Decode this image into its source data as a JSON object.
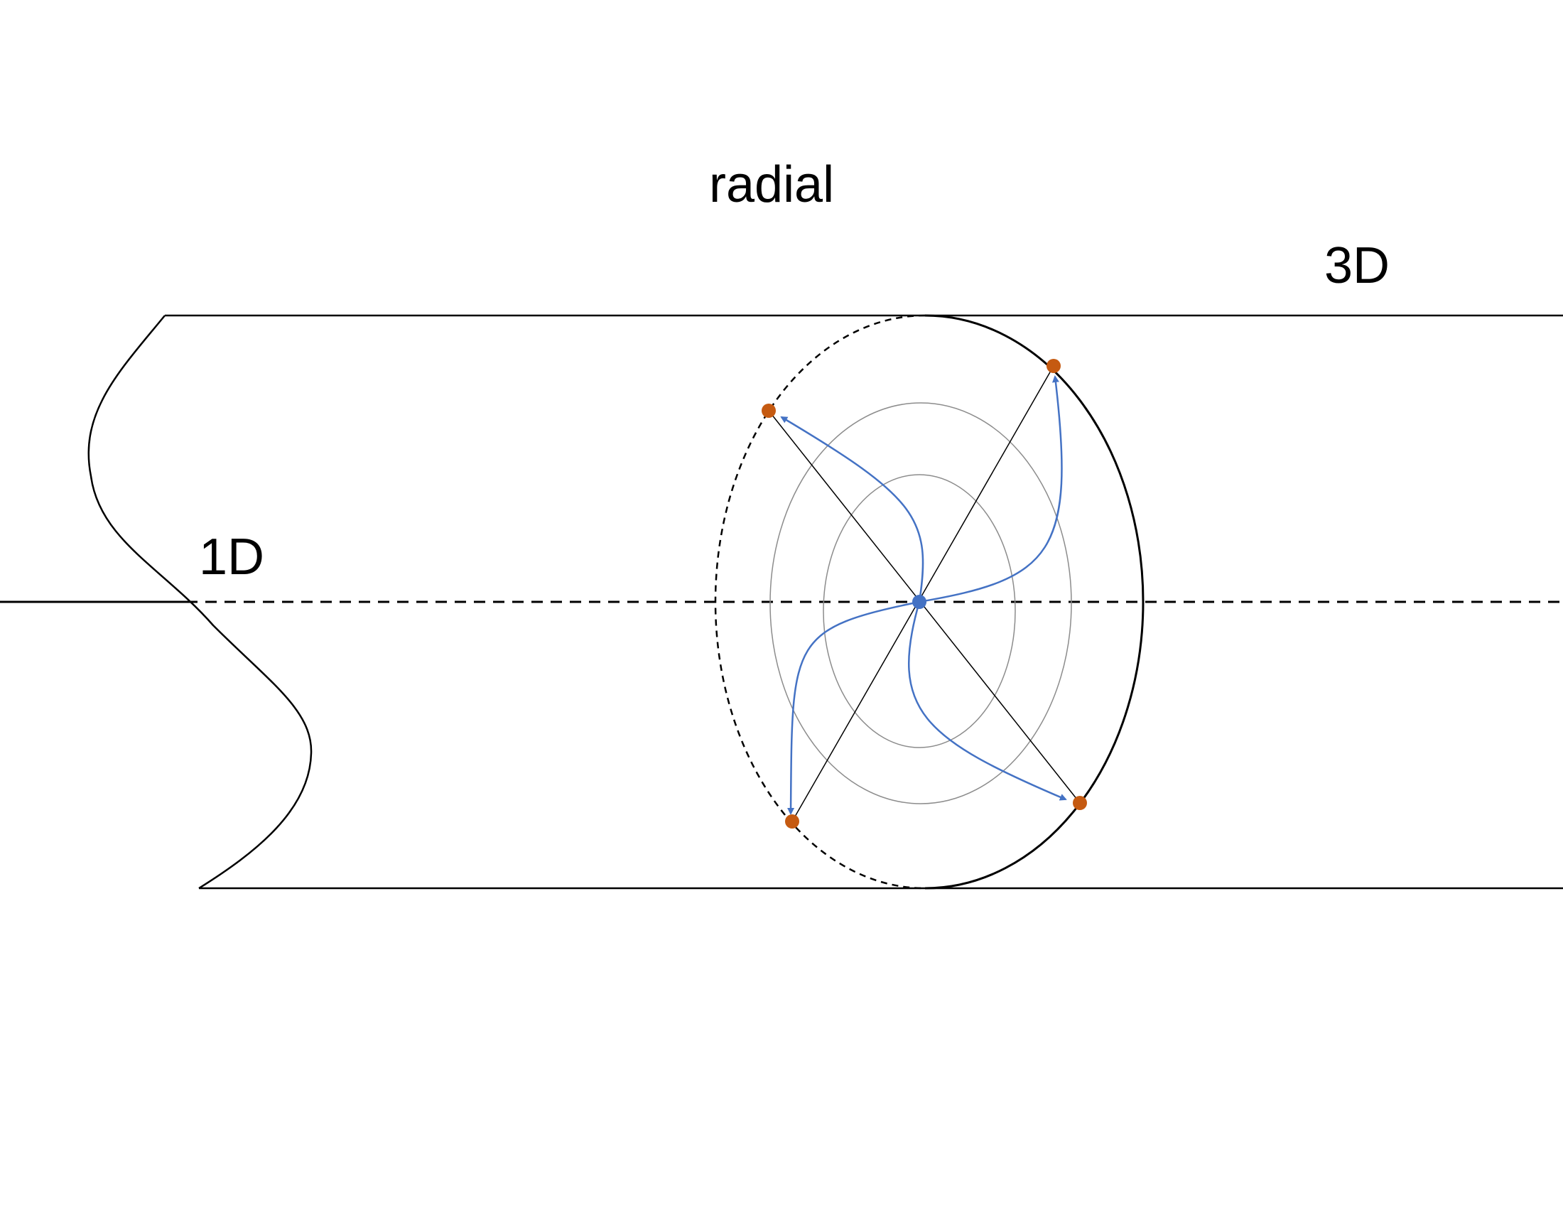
{
  "labels": {
    "radial": "radial",
    "three_d": "3D",
    "one_d": "1D"
  },
  "colors": {
    "outline": "#000000",
    "grid_ring": "#8c8c8c",
    "arrow": "#4472c4",
    "center_point": "#4472c4",
    "end_point": "#c55a11",
    "background": "#ffffff"
  }
}
